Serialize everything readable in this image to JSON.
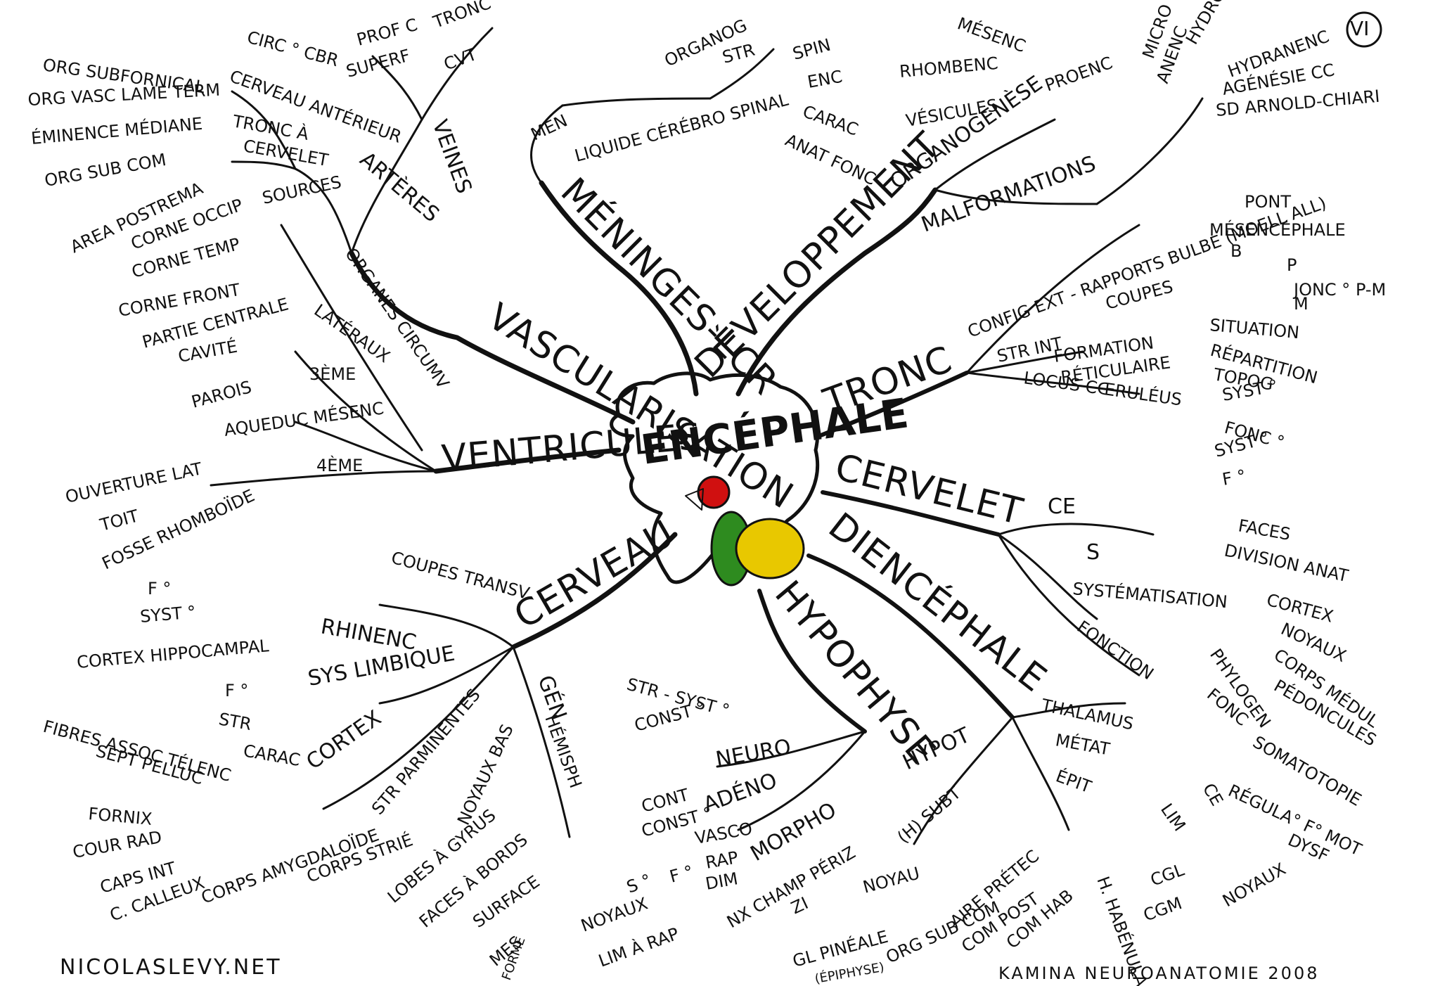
{
  "center": "ENCÉPHALE",
  "plate": "VI",
  "credits": {
    "left": "NICOLASLEVY.NET",
    "right": "KAMINA NEUROANATOMIE 2008"
  },
  "colors": {
    "tronc": "#2e8b1f",
    "cervelet": "#e8c800",
    "diencephale": "#d01010",
    "hypophyse": "#1e6fd0",
    "ink": "#111111"
  },
  "branches": {
    "vascularisation": {
      "label": "VASCULARISATION",
      "arteres": "ARTÈRES",
      "arteres_items": [
        "CIRC ° CBR",
        "CERVEAU ANTÉRIEUR",
        "TRONC À",
        "CERVELET",
        "SOURCES"
      ],
      "veines": "VEINES",
      "veines_items": [
        "PROF C",
        "TRONC",
        "SUPERF",
        "CVT"
      ]
    },
    "meninges": {
      "label": "MÉNINGES-LCR",
      "men": "MEN",
      "lcr": "LIQUIDE CÉRÉBRO SPINAL",
      "lcr_items": [
        "ORGANOG",
        "STR",
        "SPIN",
        "ENC",
        "CARAC",
        "ANAT FONC"
      ]
    },
    "developpement": {
      "label": "DÉVELOPPEMENT",
      "organogenese": "ORGANOGENÈSE",
      "organo_items": [
        "MÉSENC",
        "RHOMBENC",
        "PROENC",
        "VÉSICULES"
      ],
      "malformations": "MALFORMATIONS",
      "malfo_items": [
        "MICRO",
        "ANENC",
        "HYDRO",
        "HYDRANENC",
        "AGÉNÉSIE CC",
        "SD ARNOLD-CHIARI"
      ]
    },
    "tronc": {
      "label": "TRONC",
      "config": "CONFIG EXT - RAPPORTS BULBE (MOELL ALL)",
      "config_items": [
        "PONT",
        "MÉSENCÉPHALE",
        "B",
        "P",
        "JONC ° P-M",
        "M"
      ],
      "str_int": "STR INT",
      "coupes": "COUPES",
      "formation": "FORMATION",
      "reticulaire": "RÉTICULAIRE",
      "reti_items": [
        "SITUATION",
        "RÉPARTITION",
        "TOPOG",
        "SYST °",
        "FONC °"
      ],
      "locus": "LOCUS CŒRULÉUS",
      "locus_items": [
        "SYST °",
        "F °"
      ]
    },
    "cervelet": {
      "label": "CERVELET",
      "ce": "CE",
      "s": "S",
      "s_items": [
        "FACES",
        "DIVISION ANAT"
      ],
      "systematisation": "SYSTÉMATISATION",
      "syst_items": [
        "CORTEX",
        "NOYAUX",
        "CORPS MÉDUL",
        "PÉDONCULES"
      ],
      "fonction": "FONCTION",
      "fonction_items": [
        "PHYLOGEN",
        "FONC",
        "SOMATOTOPIE",
        "RÉGULA° F° MOT",
        "DYSF"
      ]
    },
    "diencephale": {
      "label": "DIENCÉPHALE",
      "thalamus": "THALAMUS",
      "metat": "MÉTAT",
      "epit": "ÉPIT",
      "ce": "CE",
      "noyaux": "NOYAUX",
      "lim": "LIM",
      "cgl": "CGL",
      "cgm": "CGM",
      "habenula": "H. HABÉNULA",
      "subt": "(H) SUBT",
      "noyau": "NOYAU",
      "zi": "ZI",
      "nx_champ": "NX CHAMP PÉRIZ",
      "gl_pineale": "GL PINÉALE",
      "epiphyse": "(ÉPIPHYSE)",
      "org_sub_com": "ORG SUB COM",
      "aire_pretec": "AIRE PRÉTEC",
      "com_post": "COM POST",
      "com_hab": "COM HAB",
      "hypot": "HYPOT"
    },
    "hypophyse": {
      "label": "HYPOPHYSE",
      "neuro": "NEURO",
      "neuro_items": [
        "STR - SYST °",
        "CONST °"
      ],
      "adeno": "ADÉNO",
      "adeno_items": [
        "CONT",
        "CONST °"
      ],
      "morpho": "MORPHO",
      "morpho_items": [
        "VASCO",
        "RAP",
        "DIM",
        "S °",
        "F °"
      ],
      "noyaux": "NOYAUX",
      "lim_rap": "LIM À RAP"
    },
    "cerveau": {
      "label": "CERVEAU",
      "coupes": "COUPES TRANSV",
      "rhinenc": "RHINENC",
      "sys_limbique": "SYS LIMBIQUE",
      "limbique_items": [
        "F °",
        "SYST °",
        "CORTEX HIPPOCAMPAL"
      ],
      "cortex": "CORTEX",
      "cortex_items": [
        "F °",
        "STR",
        "CARAC"
      ],
      "str_parmi": "STR PARMINENTES",
      "telenc": "FIBRES ASSOC TÉLENC",
      "telenc_items": [
        "SEPT PELLUC",
        "FORNIX",
        "COUR RAD",
        "CAPS INT",
        "C. CALLEUX"
      ],
      "noyaux_bas": "NOYAUX BAS",
      "corps_amygdaloide": "CORPS AMYGDALOÏDE",
      "corps_strie": "CORPS STRIÉ",
      "gen": "GÉN",
      "hemisph": "HÉMISPH",
      "hemisph_items": [
        "LOBES À GYRUS",
        "FACES À BORDS",
        "SURFACE",
        "MES",
        "FORME"
      ]
    },
    "ventricules": {
      "label": "VENTRICULES",
      "organes": "ORGANES CIRCUMV",
      "organes_items": [
        "ORG SUBFORNICAL",
        "ORG VASC LAME TERM",
        "ÉMINENCE MÉDIANE",
        "ORG SUB COM",
        "AREA POSTREMA"
      ],
      "lateraux": "LATÉRAUX",
      "lateraux_items": [
        "CORNE OCCIP",
        "CORNE TEMP",
        "CORNE FRONT",
        "PARTIE CENTRALE",
        "CAVITÉ",
        "PAROIS"
      ],
      "troisieme": "3ÈME",
      "aqueduc": "AQUEDUC MÉSENC",
      "quatrieme": "4ÈME",
      "quatrieme_items": [
        "OUVERTURE LAT",
        "TOIT",
        "FOSSE RHOMBOÏDE"
      ]
    }
  }
}
